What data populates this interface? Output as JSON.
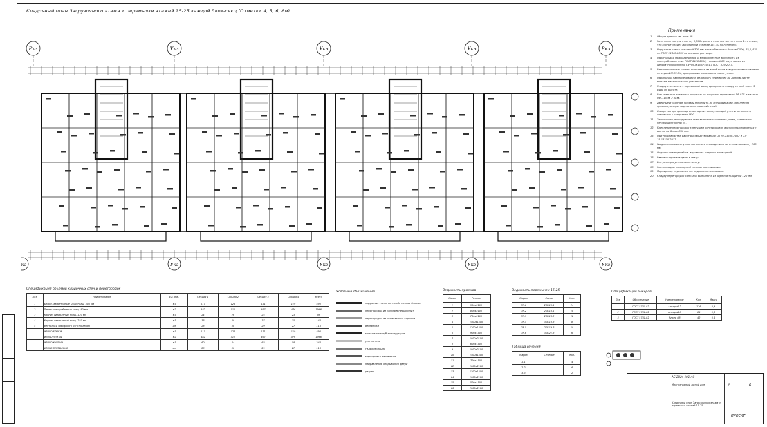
{
  "sheet_title": "Кладочный план Загрузочного этажа и перемычки этажей 15-25 каждой блок-секц (Отметки 4, 5, 6, 8м)",
  "axes_top": [
    "Ркз",
    "Укз",
    "Укз",
    "Укз",
    "Ркз"
  ],
  "axes_bottom": [
    "Укз",
    "Укз",
    "Укз",
    "Укз",
    "Укз"
  ],
  "notes": {
    "heading": "Примечания",
    "items": [
      {
        "num": "1.",
        "text": "Общие данные см. лист АР."
      },
      {
        "num": "2.",
        "text": "За относительную отметку 0,000 принята отметка чистого пола 1-го этажа, что соответствует абсолютной отметке 151,40 по генплану."
      },
      {
        "num": "3.",
        "text": "Наружные стены толщиной 300 мм из газобетонных блоков D500, B2,5, F35 по ГОСТ 31360-2007 на клеевом растворе."
      },
      {
        "num": "4.",
        "text": "Перегородки межквартирные и межкомнатные выполнить из пазогребневых плит ГОСТ 6428-2018, толщиной 80 мм, а также из силикатного кирпича СУРПо-М150/F50/1,4 ГОСТ 379-2015."
      },
      {
        "num": "5.",
        "text": "Вентиляционные каналы выполнить из вентблоков заводского изготовления по серии ИС-01-04, армирование каналов согласно узлам."
      },
      {
        "num": "6.",
        "text": "Перемычки над проемами см. ведомость перемычек на данном листе, монтаж вести согласно указаниям."
      },
      {
        "num": "7.",
        "text": "Кладку стен вести с перевязкой швов, армировать кладку сеткой через 3 ряда по высоте."
      },
      {
        "num": "8.",
        "text": "Все стальные элементы защитить от коррозии грунтовкой ГФ-021 и эмалью ПФ-115 за 2 раза."
      },
      {
        "num": "9.",
        "text": "Дверные и оконные проемы заполнить по спецификации заполнения проемов, зазоры заделать монтажной пеной."
      },
      {
        "num": "10.",
        "text": "Отверстия для прохода инженерных коммуникаций уточнить по месту совместно с разделами ИОС."
      },
      {
        "num": "11.",
        "text": "Теплоизоляцию наружных стен выполнить согласно узлам, утеплитель негорючий группы НГ."
      },
      {
        "num": "12.",
        "text": "Крепление перегородок к несущим конструкциям выполнить на анкерах с шагом не более 600 мм."
      },
      {
        "num": "13.",
        "text": "При производстве работ руководствоваться СП 70.13330.2012 и СП 15.13330.2012."
      },
      {
        "num": "14.",
        "text": "Гидроизоляцию санузлов выполнить с заведением на стены на высоту 200 мм."
      },
      {
        "num": "15.",
        "text": "Отделку помещений см. ведомость отделки помещений."
      },
      {
        "num": "16.",
        "text": "Размеры проемов даны в свету."
      },
      {
        "num": "17.",
        "text": "Все размеры уточнить по месту."
      },
      {
        "num": "18.",
        "text": "Экспликацию помещений см. лист экспликации."
      },
      {
        "num": "19.",
        "text": "Маркировку перемычек см. ведомость перемычек."
      },
      {
        "num": "20.",
        "text": "Кладку перегородок санузлов выполнить из кирпича толщиной 120 мм."
      }
    ]
  },
  "volumes_table": {
    "title": "Спецификация объёмов кладочных стен и перегородок",
    "headers": [
      "Поз.",
      "Наименование",
      "Ед. изм.",
      "Секция 1",
      "Секция 2",
      "Секция 3",
      "Секция 4",
      "Всего"
    ],
    "rows": [
      [
        "1",
        "Блоки газобетонные D500 толщ. 300 мм",
        "м3",
        "117",
        "126",
        "131",
        "119",
        "493"
      ],
      [
        "2",
        "Плиты пазогребневые толщ. 80 мм",
        "м2",
        "482",
        "511",
        "497",
        "476",
        "1966"
      ],
      [
        "3",
        "Кирпич силикатный толщ. 120 мм",
        "м3",
        "24",
        "26",
        "25",
        "23",
        "98"
      ],
      [
        "4",
        "Кирпич силикатный толщ. 250 мм",
        "м3",
        "36",
        "38",
        "37",
        "35",
        "146"
      ],
      [
        "5",
        "Вентблоки заводского изготовления",
        "шт",
        "28",
        "30",
        "29",
        "27",
        "114"
      ],
      [
        "",
        "ИТОГО БЛОКИ",
        "м3",
        "117",
        "126",
        "131",
        "119",
        "493"
      ],
      [
        "",
        "ИТОГО ПЛИТЫ",
        "м2",
        "482",
        "511",
        "497",
        "476",
        "1966"
      ],
      [
        "",
        "ИТОГО КИРПИЧ",
        "м3",
        "60",
        "64",
        "62",
        "58",
        "244"
      ],
      [
        "",
        "ИТОГО ВЕНТБЛОКИ",
        "шт",
        "28",
        "30",
        "29",
        "27",
        "114"
      ]
    ]
  },
  "legend": {
    "title": "Условные обозначения",
    "items": [
      "наружные стены из газобетонных блоков",
      "перегородки из пазогребневых плит",
      "перегородки из силикатного кирпича",
      "вентблоки",
      "монолитные ж/б конструкции",
      "утеплитель",
      "гидроизоляция",
      "маркировка перемычек",
      "направление открывания двери",
      "разрез"
    ]
  },
  "openings_table": {
    "title": "Ведомость проемов",
    "headers": [
      "Марка",
      "Размер"
    ],
    "rows": [
      [
        "1",
        "900х2100"
      ],
      [
        "2",
        "800х2100"
      ],
      [
        "3",
        "700х2100"
      ],
      [
        "4",
        "1500х1500"
      ],
      [
        "5",
        "1200х1500"
      ],
      [
        "6",
        "900х1500"
      ],
      [
        "7",
        "1800х2100"
      ],
      [
        "8",
        "600х1500"
      ],
      [
        "9",
        "1000х2100"
      ],
      [
        "10",
        "1400х1500"
      ],
      [
        "11",
        "700х1500"
      ],
      [
        "12",
        "1600х2100"
      ],
      [
        "13",
        "1300х1500"
      ],
      [
        "14",
        "1100х2100"
      ],
      [
        "15",
        "500х1500"
      ],
      [
        "16",
        "2000х2100"
      ]
    ]
  },
  "lintels_table": {
    "title": "Ведомость перемычек 15-25",
    "headers": [
      "Марка",
      "Схема",
      "Кол."
    ],
    "rows": [
      [
        "ПР-1",
        "2ПБ10-1",
        "24"
      ],
      [
        "ПР-2",
        "2ПБ13-1",
        "18"
      ],
      [
        "ПР-3",
        "2ПБ16-2",
        "12"
      ],
      [
        "ПР-4",
        "3ПБ18-8",
        "8"
      ],
      [
        "ПР-5",
        "2ПБ19-3",
        "10"
      ],
      [
        "ПР-6",
        "3ПБ21-8",
        "6"
      ]
    ]
  },
  "sections_table": {
    "title": "Таблица сечений",
    "headers": [
      "Марка",
      "Сечение",
      "Кол."
    ],
    "rows": [
      [
        "1-1",
        "",
        "4"
      ],
      [
        "2-2",
        "",
        "6"
      ],
      [
        "3-3",
        "",
        "2"
      ]
    ]
  },
  "anchors_table": {
    "title": "Спецификация анкеров",
    "headers": [
      "Поз.",
      "Обозначение",
      "Наименование",
      "Кол.",
      "Масса"
    ],
    "rows": [
      [
        "1",
        "ГОСТ 5781-82",
        "Анкер d12",
        "126",
        "0,9"
      ],
      [
        "2",
        "ГОСТ 5781-82",
        "Анкер d10",
        "84",
        "0,6"
      ],
      [
        "3",
        "ГОСТ 5781-82",
        "Анкер d8",
        "42",
        "0,4"
      ]
    ]
  },
  "stamp": {
    "code": "АС-2024-101-АС",
    "project": "Многоэтажный жилой дом",
    "sheet_name": "Кладочный план Загрузочного этажа и перемычки этажей 15-25",
    "sheet_num": "6",
    "stage": "Р",
    "org": "ПРОЕКТ"
  }
}
